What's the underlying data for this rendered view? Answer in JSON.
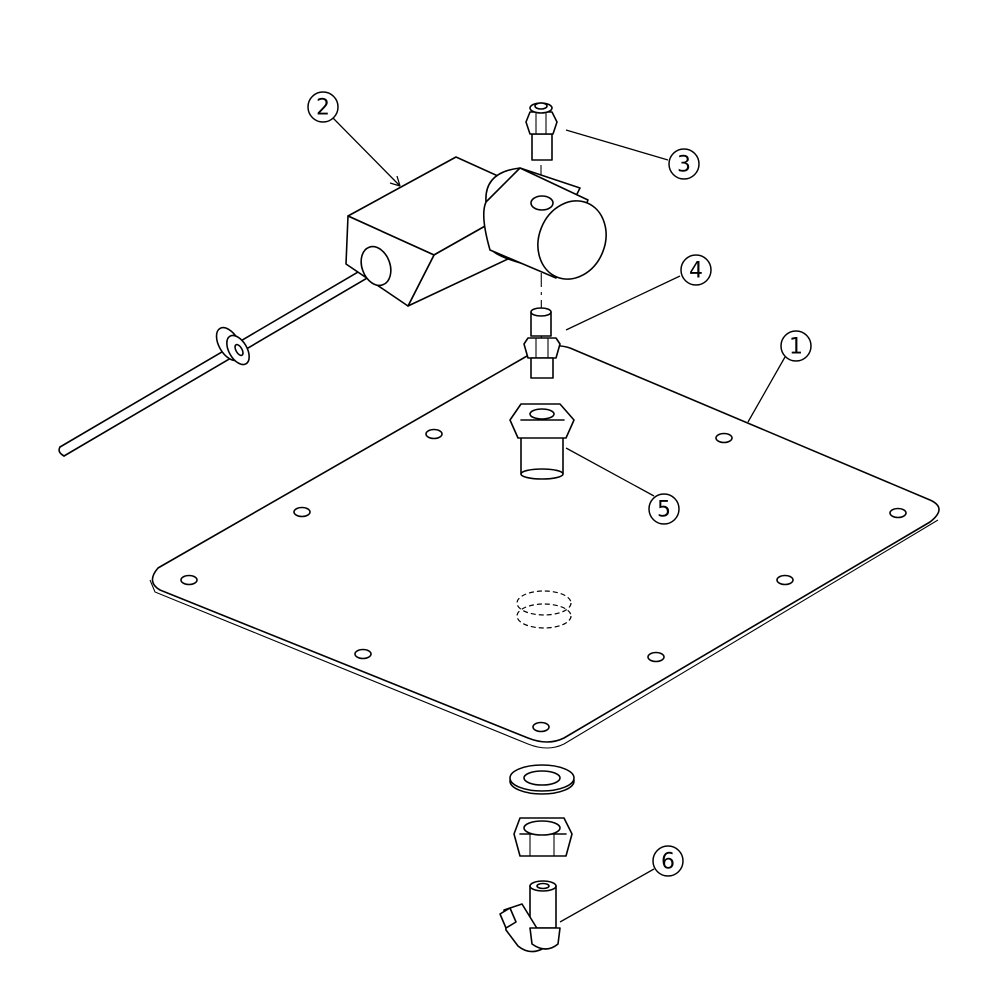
{
  "callouts": {
    "c1": "1",
    "c2": "2",
    "c3": "3",
    "c4": "4",
    "c5": "5",
    "c6": "6"
  },
  "line_color": "#000000",
  "background": "#ffffff"
}
